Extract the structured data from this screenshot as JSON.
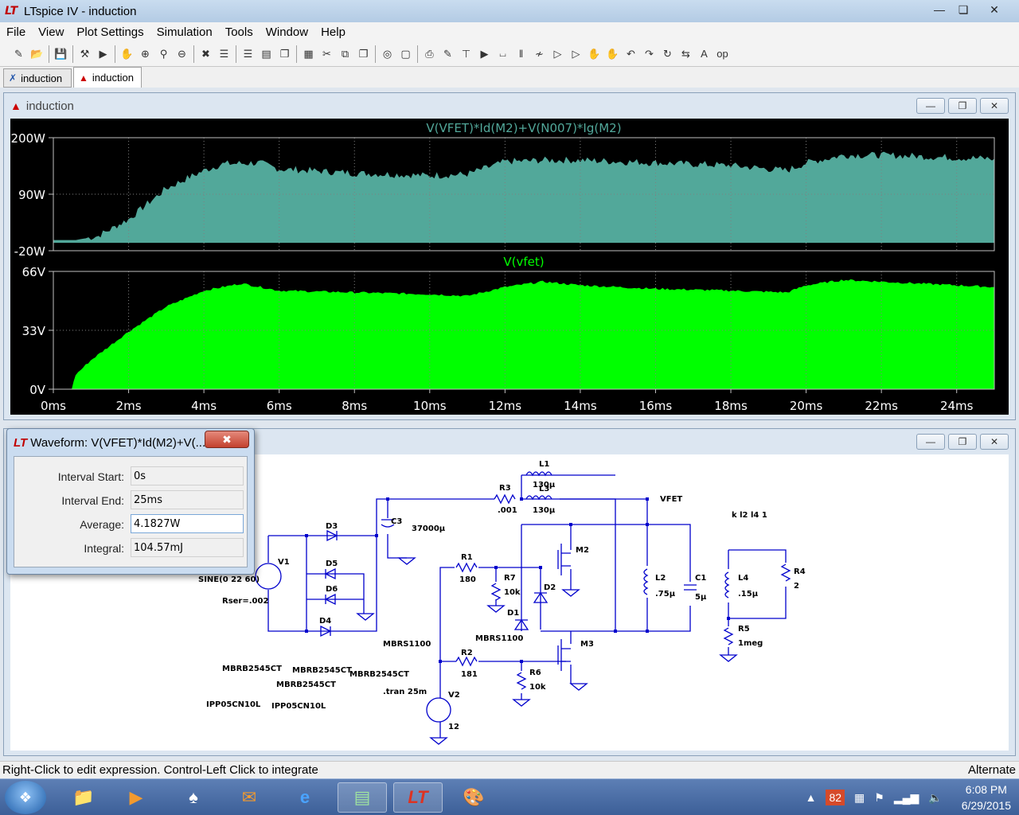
{
  "window": {
    "title": "LTspice IV - induction",
    "minimize": "—",
    "restore": "❏",
    "close": "✕"
  },
  "menu": [
    "File",
    "View",
    "Plot Settings",
    "Simulation",
    "Tools",
    "Window",
    "Help"
  ],
  "toolbar_icons": [
    "new-schematic-icon",
    "open-icon",
    "save-icon",
    "control-panel-icon",
    "run-icon",
    "halt-icon",
    "zoom-in-icon",
    "zoom-pan-icon",
    "zoom-out-icon",
    "zoom-cancel-icon",
    "autorange-icon",
    "mark-icon",
    "tile-horizontal-icon",
    "cascade-icon",
    "close-window-icon",
    "cut-icon",
    "copy-icon",
    "paste-icon",
    "find-icon",
    "print-setup-icon",
    "print-icon",
    "wire-icon",
    "ground-icon",
    "label-icon",
    "resistor-icon",
    "capacitor-icon",
    "inductor-icon",
    "diode-icon",
    "component-icon",
    "move-icon",
    "drag-icon",
    "undo-icon",
    "redo-icon",
    "rotate-icon",
    "mirror-icon",
    "text-icon",
    "spice-directive-icon"
  ],
  "tabs": [
    {
      "label": "induction"
    },
    {
      "label": "induction"
    }
  ],
  "plot_window": {
    "title": "induction"
  },
  "chart_data": {
    "type": "area",
    "panes": [
      {
        "trace": "V(VFET)*Id(M2)+V(N007)*Ig(M2)",
        "color": "#52a89a",
        "ylim": [
          -20,
          200
        ],
        "yticks": [
          "200W",
          "90W",
          "-20W"
        ],
        "unit": "W",
        "x": [
          0,
          0.6,
          1.2,
          2,
          3,
          4,
          4.5,
          5.5,
          6,
          8,
          10,
          11,
          11.5,
          12,
          13,
          14,
          16,
          18,
          19.5,
          20,
          21,
          22,
          24,
          25
        ],
        "y": [
          0,
          0,
          8,
          40,
          100,
          135,
          148,
          150,
          138,
          130,
          125,
          128,
          140,
          152,
          155,
          155,
          150,
          145,
          135,
          150,
          165,
          165,
          160,
          158
        ]
      },
      {
        "trace": "V(vfet)",
        "color": "#00ff00",
        "ylim": [
          0,
          66
        ],
        "yticks": [
          "66V",
          "33V",
          "0V"
        ],
        "unit": "V",
        "x": [
          0,
          0.5,
          0.6,
          1,
          2,
          3,
          4,
          5,
          6,
          8,
          10,
          11,
          12,
          13,
          14,
          16,
          18,
          19.5,
          20,
          21,
          22,
          24,
          25
        ],
        "y": [
          0,
          0,
          8,
          16,
          32,
          46,
          55,
          59,
          55,
          54,
          53,
          52,
          57,
          60,
          58,
          56,
          55,
          54,
          58,
          61,
          60,
          58,
          57
        ]
      }
    ],
    "xlim": [
      0,
      25
    ],
    "xticks": [
      "0ms",
      "2ms",
      "4ms",
      "6ms",
      "8ms",
      "10ms",
      "12ms",
      "14ms",
      "16ms",
      "18ms",
      "20ms",
      "22ms",
      "24ms"
    ],
    "xtick_values": [
      0,
      2,
      4,
      6,
      8,
      10,
      12,
      14,
      16,
      18,
      20,
      22,
      24
    ],
    "grid": true
  },
  "dialog": {
    "title": "Waveform: V(VFET)*Id(M2)+V(...",
    "close": "✖",
    "rows": [
      {
        "label": "Interval Start:",
        "value": "0s"
      },
      {
        "label": "Interval End:",
        "value": "25ms"
      },
      {
        "label": "Average:",
        "value": "4.1827W"
      },
      {
        "label": "Integral:",
        "value": "104.57mJ"
      }
    ]
  },
  "schematic": {
    "labels": [
      "L1",
      "130μ",
      "L3",
      "130μ",
      "R3",
      ".001",
      "VFET",
      "k l2 l4 1",
      "C3",
      "37000μ",
      "D3",
      "V1",
      "D5",
      "D6",
      "D4",
      "SINE(0 22 60)",
      "Rser=.002",
      "R1",
      "180",
      "R7",
      "10k",
      "M2",
      "D2",
      "D1",
      "MBRS1100",
      "MBRS1100",
      "M3",
      "L2",
      ".75μ",
      "C1",
      "5μ",
      "L4",
      ".15μ",
      "R4",
      "2",
      "R5",
      "1meg",
      "R2",
      "181",
      "R6",
      "10k",
      "MBRB2545CT",
      "MBRB2545CT",
      "MBRB2545CT",
      "MBRB2545CT",
      "IPP05CN10L",
      "IPP05CN10L",
      ".tran 25m",
      "V2",
      "12"
    ]
  },
  "status": {
    "left": "Right-Click to edit expression. Control-Left Click to integrate",
    "right": "Alternate"
  },
  "taskbar": {
    "apps": [
      "explorer-icon",
      "media-player-icon",
      "solitaire-icon",
      "outlook-icon",
      "ie-icon",
      "network-monitor-icon",
      "ltspice-icon",
      "paint-icon"
    ],
    "badge": "82",
    "time": "6:08 PM",
    "date": "6/29/2015"
  }
}
